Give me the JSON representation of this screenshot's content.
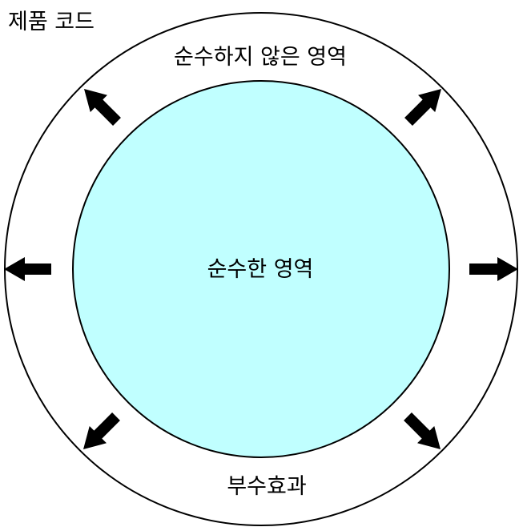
{
  "diagram": {
    "corner_label": "제품 코드",
    "outer_region_label": "순수하지 않은 영역",
    "inner_region_label": "순수한 영역",
    "side_effects_label": "부수효과"
  },
  "colors": {
    "inner_fill": "#c0ffff",
    "outer_fill": "#ffffff",
    "stroke": "#000000",
    "arrow": "#000000"
  },
  "icons": {
    "arrow": "arrow-icon"
  }
}
